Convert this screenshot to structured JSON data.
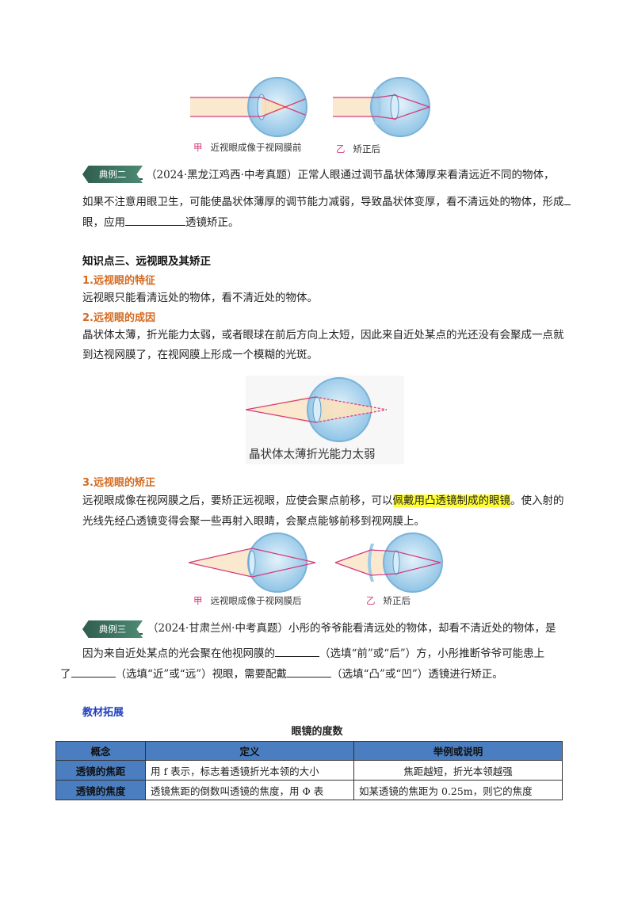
{
  "figure1": {
    "left_key": "甲",
    "left_caption": "近视眼成像于视网膜前",
    "right_key": "乙",
    "right_caption": "矫正后"
  },
  "example2": {
    "badge": "典例二",
    "line1": "（2024·黑龙江鸡西·中考真题）正常人眼通过调节晶状体薄厚来看清远近不同的物体，",
    "line2": "如果不注意用眼卫生，可能使晶状体薄厚的调节能力减弱，导致晶状体变厚，看不清远处的物体，形成",
    "line3_a": "眼，应用",
    "line3_b": "透镜矫正。"
  },
  "section3": {
    "title": "知识点三、远视眼及其矫正",
    "h1": "1.远视眼的特征",
    "p1": "远视眼只能看清远处的物体，看不清近处的物体。",
    "h2": "2.远视眼的成因",
    "p2_line1": "晶状体太薄，折光能力太弱，或者眼球在前后方向上太短，因此来自近处某点的光还没有会聚成一点就",
    "p2_line2": "到达视网膜了，在视网膜上形成一个模糊的光斑。",
    "figure_caption": "晶状体太薄折光能力太弱",
    "h3": "3.远视眼的矫正",
    "p3_line1_a": "远视眼成像在视网膜之后，要矫正远视眼，应使会聚点前移，可以",
    "p3_line1_hl": "佩戴用凸透镜制成的眼镜",
    "p3_line1_b": "。使入射的",
    "p3_line2": "光线先经凸透镜变得会聚一些再射入眼睛，会聚点能够前移到视网膜上。"
  },
  "figure3": {
    "left_key": "甲",
    "left_caption": "远视眼成像于视网膜后",
    "right_key": "乙",
    "right_caption": "矫正后"
  },
  "example3": {
    "badge": "典例三",
    "line1": "（2024·甘肃兰州·中考真题）小彤的爷爷能看清远处的物体，却看不清近处的物体，是",
    "line2_a": "因为来自近处某点的光会聚在他视网膜的",
    "line2_b": "（选填“前”或“后”）方，小彤推断爷爷可能患上",
    "line3_a": "了",
    "line3_b": "（选填“近”或“远”）视眼，需要配戴",
    "line3_c": "（选填“凸”或“凹”）透镜进行矫正。"
  },
  "extension": {
    "label": "教材拓展",
    "table_title": "眼镜的度数",
    "headers": [
      "概念",
      "定义",
      "举例或说明"
    ],
    "rows": [
      {
        "concept": "透镜的焦距",
        "definition": "用 f 表示，标志着透镜折光本领的大小",
        "note": "焦距越短，折光本领越强"
      },
      {
        "concept": "透镜的焦度",
        "definition": "透镜焦距的倒数叫透镜的焦度，用 Φ 表",
        "note": "如某透镜的焦距为 0.25m，则它的焦度"
      }
    ]
  },
  "colors": {
    "orange": "#d4691e",
    "badge_green": "#2f5d4e",
    "table_blue": "#4a7ec0",
    "highlight": "#ffff33",
    "ray": "#d43a7a",
    "eye": "#a9d2ec"
  }
}
